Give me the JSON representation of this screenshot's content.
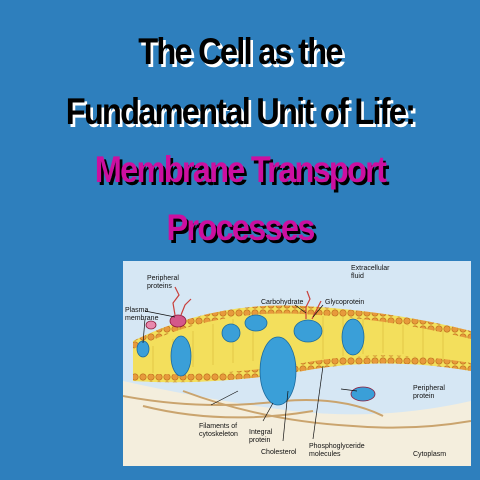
{
  "title": {
    "line1": "The Cell as the",
    "line2": "Fundamental Unit of Life:",
    "line3": "Membrane Transport",
    "line4": "Processes"
  },
  "colors": {
    "background": "#2e7fbd",
    "title_primary": "#000000",
    "title_accent": "#cc0fa0",
    "protein": "#3a9fd8",
    "lipid_head": "#e79a3c",
    "lipid_tail": "#f3df5c"
  },
  "diagram": {
    "labels": {
      "extracellular_fluid": "Extracellular\nfluid",
      "peripheral_proteins": "Peripheral\nproteins",
      "plasma_membrane": "Plasma\nmembrane",
      "carbohydrate": "Carbohydrate",
      "glycoprotein": "Glycoprotein",
      "peripheral_protein": "Peripheral\nprotein",
      "filaments": "Filaments of\ncytoskeleton",
      "integral_protein": "Integral\nprotein",
      "cholesterol": "Cholesterol",
      "phosphoglyceride": "Phosphoglyceride\nmolecules",
      "cytoplasm": "Cytoplasm"
    }
  }
}
